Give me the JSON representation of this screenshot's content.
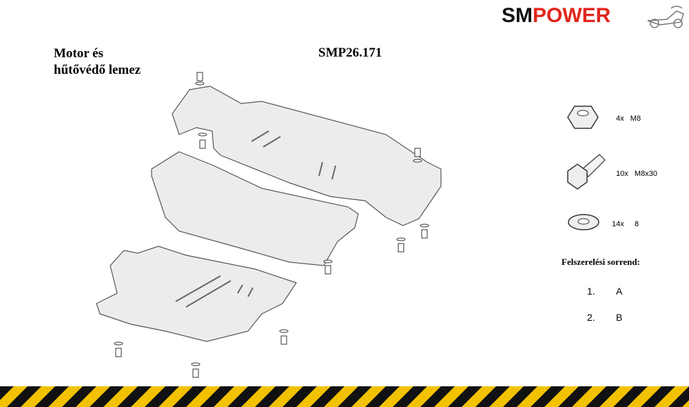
{
  "brand": {
    "part1": "SM",
    "part2": "POWER",
    "accent": "#e1261c"
  },
  "title": {
    "line1": "Motor és",
    "line2": "hűtővédő lemez"
  },
  "product_code": "SMP26.171",
  "parts": [
    {
      "icon": "hex-nut-icon",
      "qty": "4x",
      "spec": "M8"
    },
    {
      "icon": "hex-bolt-icon",
      "qty": "10x",
      "spec": "M8x30"
    },
    {
      "icon": "washer-icon",
      "qty": "14x",
      "spec": "8"
    }
  ],
  "order": {
    "title": "Felszerelési sorrend:",
    "steps": [
      {
        "num": "1.",
        "label": "A"
      },
      {
        "num": "2.",
        "label": "B"
      }
    ]
  },
  "stripe_colors": {
    "yellow": "#f2c200",
    "black": "#111111"
  }
}
